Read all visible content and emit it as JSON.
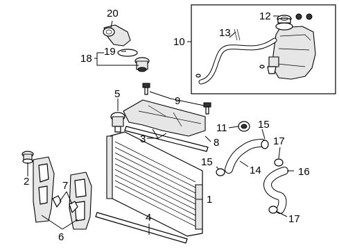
{
  "callouts": {
    "c1": "1",
    "c2": "2",
    "c3": "3",
    "c4": "4",
    "c5": "5",
    "c6": "6",
    "c7": "7",
    "c8": "8",
    "c9": "9",
    "c10": "10",
    "c11": "11",
    "c12": "12",
    "c13": "13",
    "c14": "14",
    "c15a": "15",
    "c15b": "15",
    "c16": "16",
    "c17a": "17",
    "c17b": "17",
    "c18": "18",
    "c19": "19",
    "c20": "20"
  }
}
